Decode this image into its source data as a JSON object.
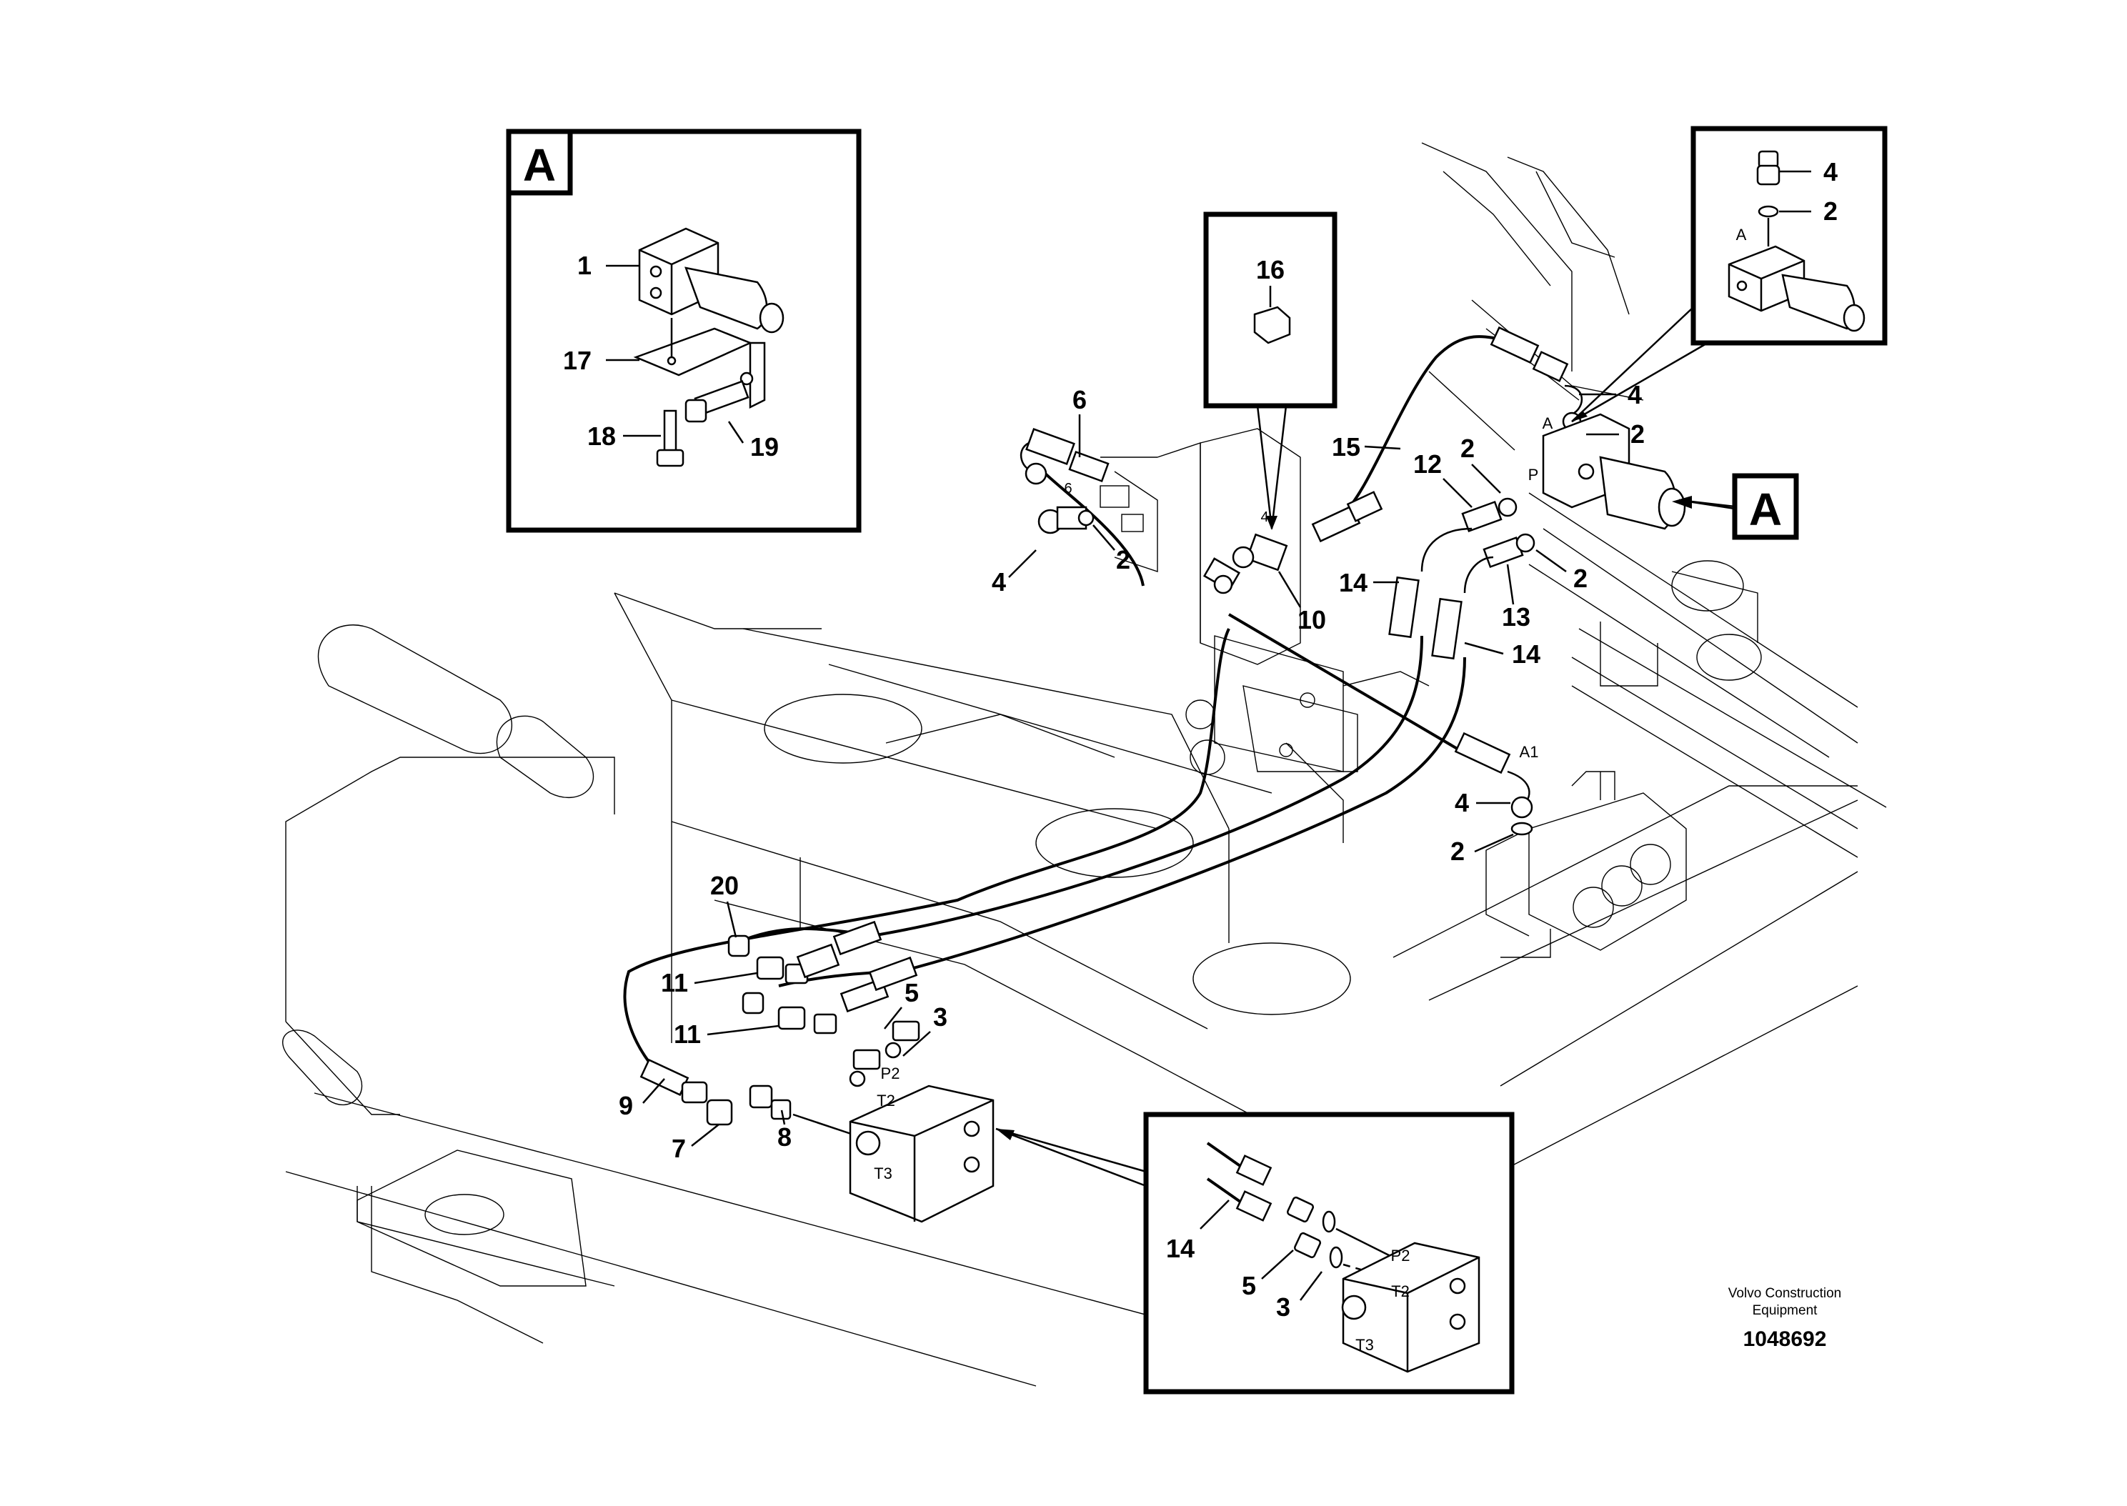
{
  "detail_labels": {
    "detail_a_badge": "A",
    "callout_a_badge": "A"
  },
  "callouts": {
    "c1": "1",
    "c17": "17",
    "c18": "18",
    "c19": "19",
    "c16": "16",
    "c4_inset": "4",
    "c2_inset": "2",
    "c6": "6",
    "c4_left": "4",
    "c2_left": "2",
    "c10": "10",
    "c15": "15",
    "c12": "12",
    "c2_mid": "2",
    "c4_right": "4",
    "c2_right": "2",
    "c14_a": "14",
    "c13": "13",
    "c2_r2": "2",
    "c14_b": "14",
    "c4_a1": "4",
    "c2_a1": "2",
    "c20": "20",
    "c11_a": "11",
    "c11_b": "11",
    "c5": "5",
    "c3": "3",
    "c9": "9",
    "c7": "7",
    "c8": "8",
    "c14_det": "14",
    "c5_det": "5",
    "c3_det": "3"
  },
  "part_markings": {
    "port_6": "6",
    "port_4": "4",
    "port_a": "A",
    "port_p": "P",
    "port_a_inset": "A",
    "port_a1": "A1",
    "port_p2": "P2",
    "port_t2": "T2",
    "port_t3": "T3",
    "port_p2_det": "P2",
    "port_t2_det": "T2",
    "port_t3_det": "T3"
  },
  "footer": {
    "brand_line1": "Volvo Construction",
    "brand_line2": "Equipment",
    "doc_number": "1048692"
  }
}
